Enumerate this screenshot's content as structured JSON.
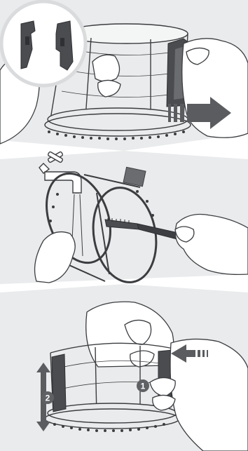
{
  "steps": [
    {
      "marker": "1"
    },
    {
      "marker": "2"
    }
  ],
  "colors": {
    "background": "#ffffff",
    "panel_fill": "#e9ebec",
    "line": "#3b3d40",
    "dark_part": "#4a4c4f",
    "arrow": "#5a5c5f",
    "badge": "#5f6164"
  },
  "icons": {
    "panel_1": [
      "detail-inset",
      "wiper-blade",
      "strainer-basket",
      "hand",
      "arrow-right"
    ],
    "panel_2": [
      "faucet",
      "water-stream",
      "strainer-frame",
      "cleaning-brush",
      "hand"
    ],
    "panel_3": [
      "strainer-basket",
      "hand",
      "arrow-left",
      "arrow-up-down",
      "step-badge"
    ]
  }
}
